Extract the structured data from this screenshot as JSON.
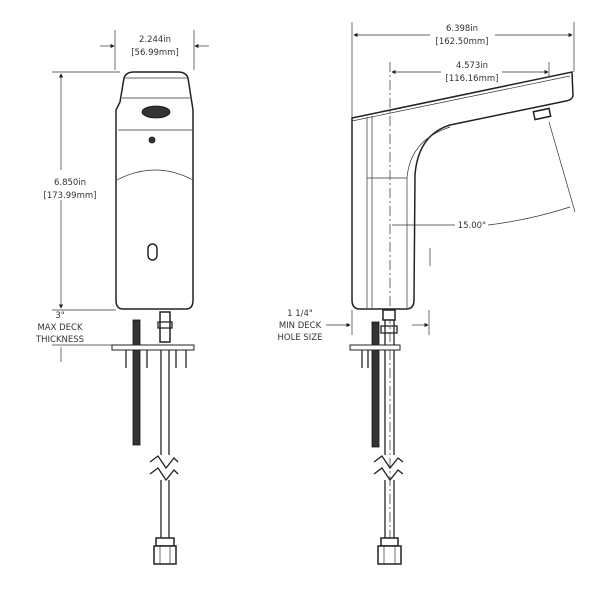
{
  "front_view": {
    "width_in": "2.244in",
    "width_mm": "[56.99mm]",
    "height_in": "6.850in",
    "height_mm": "[173.99mm]",
    "deck_line1": "3\"",
    "deck_line2": "MAX DECK",
    "deck_line3": "THICKNESS"
  },
  "side_view": {
    "length_in": "6.398in",
    "length_mm": "[162.50mm]",
    "reach_in": "4.573in",
    "reach_mm": "[116.16mm]",
    "angle": "15.00°",
    "hole_line1": "1 1/4\"",
    "hole_line2": "MIN DECK",
    "hole_line3": "HOLE SIZE"
  }
}
